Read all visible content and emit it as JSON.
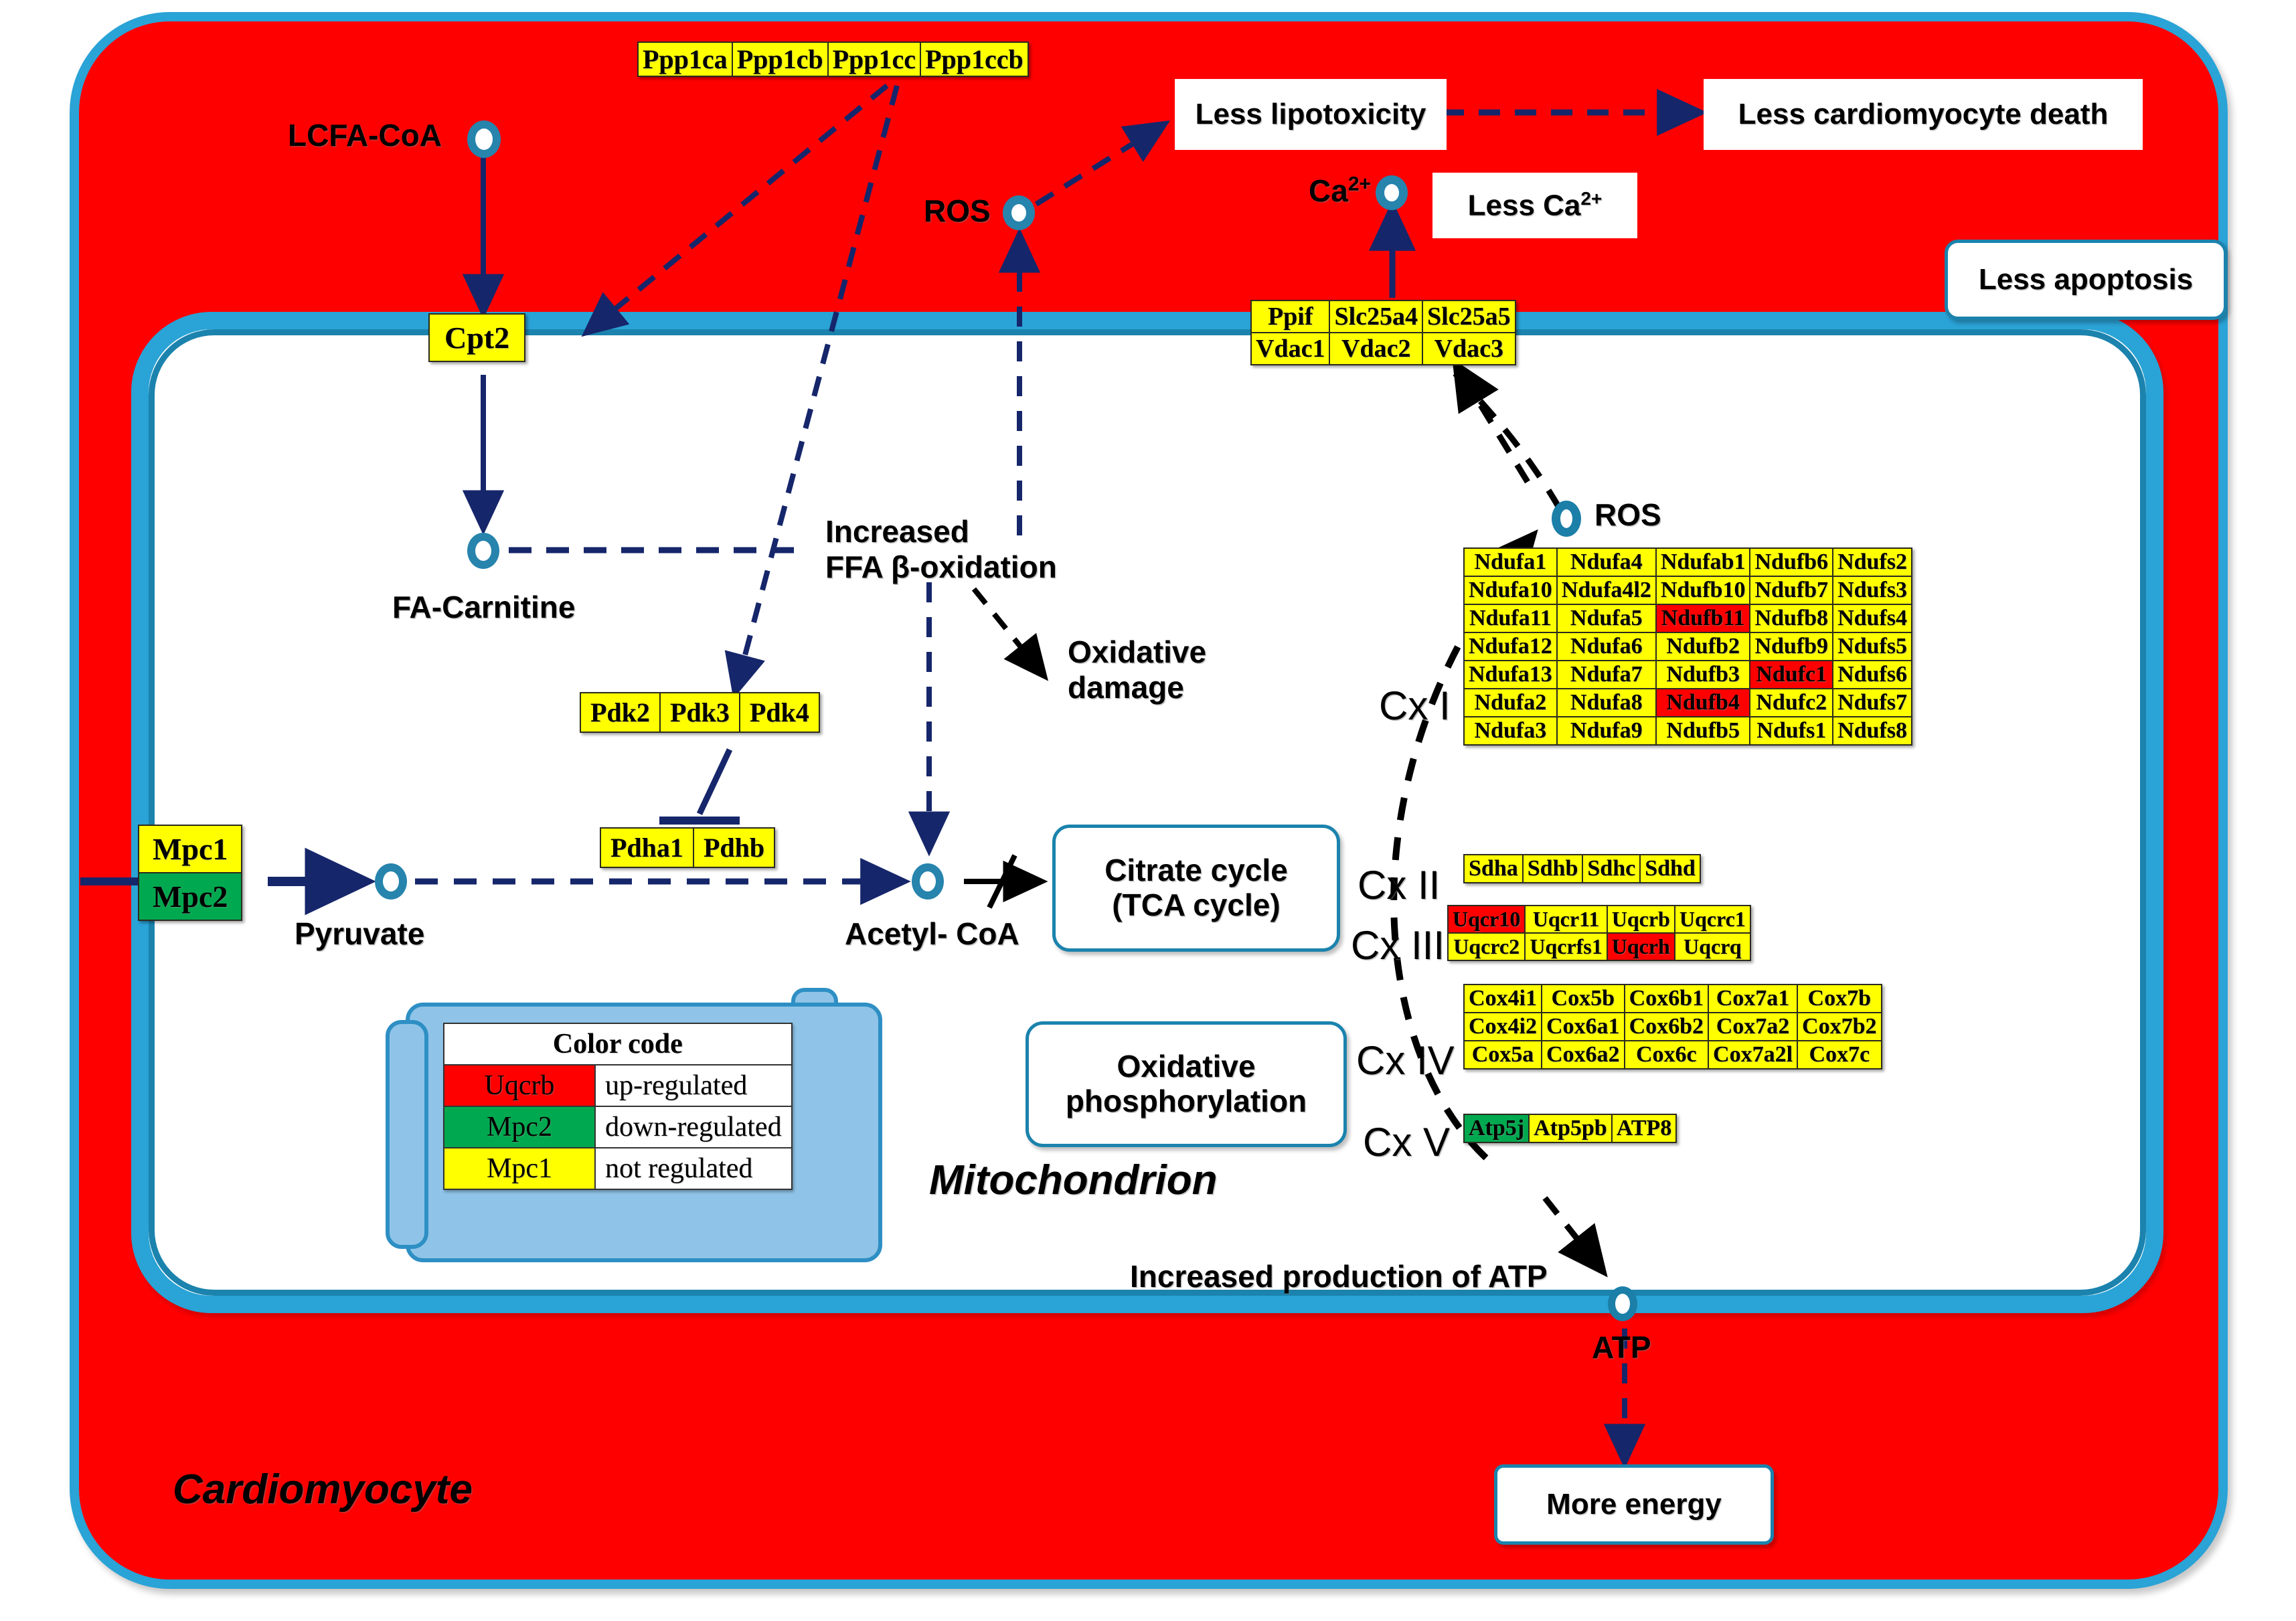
{
  "compartments": {
    "cell_label": "Cardiomyocyte",
    "mito_label": "Mitochondrion"
  },
  "colors": {
    "cell_fill": "#ff0000",
    "membrane": "#2aa3d6",
    "up_regulated": "#ff0000",
    "down_regulated": "#00a94f",
    "not_regulated": "#ffff00",
    "arrow_navy": "#16266b",
    "arrow_black": "#000000"
  },
  "metabolites": {
    "lcfa_coa": "LCFA-CoA",
    "fa_carnitine": "FA-Carnitine",
    "pyruvate": "Pyruvate",
    "acetyl_coa": "Acetyl- CoA",
    "ros_cyto": "ROS",
    "ros_mito": "ROS",
    "ca2_label": "Ca",
    "ca2_sup": "2+",
    "atp": "ATP"
  },
  "annotations": {
    "increased_ffa_line1": "Increased",
    "increased_ffa_line2": "FFA β-oxidation",
    "oxidative_damage_line1": "Oxidative",
    "oxidative_damage_line2": "damage",
    "increased_atp": "Increased production of ATP"
  },
  "callouts": {
    "less_lipotoxicity": "Less lipotoxicity",
    "less_cardiomyocyte_death": "Less cardiomyocyte death",
    "less_ca": "Less Ca",
    "less_ca_sup": "2+",
    "less_apoptosis": "Less apoptosis",
    "citrate_cycle_line1": "Citrate cycle",
    "citrate_cycle_line2": "(TCA cycle)",
    "oxphos_line1": "Oxidative",
    "oxphos_line2": "phosphorylation",
    "more_energy": "More energy"
  },
  "gene_boxes": {
    "cpt2": [
      "Cpt2"
    ],
    "ppp1": [
      "Ppp1ca",
      "Ppp1cb",
      "Ppp1cc",
      "Ppp1ccb"
    ],
    "mpc": [
      {
        "label": "Mpc1",
        "state": "not_regulated"
      },
      {
        "label": "Mpc2",
        "state": "down_regulated"
      }
    ],
    "pdk": [
      "Pdk2",
      "Pdk3",
      "Pdk4"
    ],
    "pdh": [
      "Pdha1",
      "Pdhb"
    ],
    "mptp": [
      [
        "Ppif",
        "Slc25a4",
        "Slc25a5"
      ],
      [
        "Vdac1",
        "Vdac2",
        "Vdac3"
      ]
    ]
  },
  "complexes": {
    "cx1": {
      "label": "Cx I",
      "rows": [
        [
          {
            "g": "Ndufa1",
            "s": "n"
          },
          {
            "g": "Ndufa4",
            "s": "n"
          },
          {
            "g": "Ndufab1",
            "s": "n"
          },
          {
            "g": "Ndufb6",
            "s": "n"
          },
          {
            "g": "Ndufs2",
            "s": "n"
          }
        ],
        [
          {
            "g": "Ndufa10",
            "s": "n"
          },
          {
            "g": "Ndufa4l2",
            "s": "n"
          },
          {
            "g": "Ndufb10",
            "s": "n"
          },
          {
            "g": "Ndufb7",
            "s": "n"
          },
          {
            "g": "Ndufs3",
            "s": "n"
          }
        ],
        [
          {
            "g": "Ndufa11",
            "s": "n"
          },
          {
            "g": "Ndufa5",
            "s": "n"
          },
          {
            "g": "Ndufb11",
            "s": "u"
          },
          {
            "g": "Ndufb8",
            "s": "n"
          },
          {
            "g": "Ndufs4",
            "s": "n"
          }
        ],
        [
          {
            "g": "Ndufa12",
            "s": "n"
          },
          {
            "g": "Ndufa6",
            "s": "n"
          },
          {
            "g": "Ndufb2",
            "s": "n"
          },
          {
            "g": "Ndufb9",
            "s": "n"
          },
          {
            "g": "Ndufs5",
            "s": "n"
          }
        ],
        [
          {
            "g": "Ndufa13",
            "s": "n"
          },
          {
            "g": "Ndufa7",
            "s": "n"
          },
          {
            "g": "Ndufb3",
            "s": "n"
          },
          {
            "g": "Ndufc1",
            "s": "u"
          },
          {
            "g": "Ndufs6",
            "s": "n"
          }
        ],
        [
          {
            "g": "Ndufa2",
            "s": "n"
          },
          {
            "g": "Ndufa8",
            "s": "n"
          },
          {
            "g": "Ndufb4",
            "s": "u"
          },
          {
            "g": "Ndufc2",
            "s": "n"
          },
          {
            "g": "Ndufs7",
            "s": "n"
          }
        ],
        [
          {
            "g": "Ndufa3",
            "s": "n"
          },
          {
            "g": "Ndufa9",
            "s": "n"
          },
          {
            "g": "Ndufb5",
            "s": "n"
          },
          {
            "g": "Ndufs1",
            "s": "n"
          },
          {
            "g": "Ndufs8",
            "s": "n"
          }
        ]
      ]
    },
    "cx2": {
      "label": "Cx II",
      "rows": [
        [
          {
            "g": "Sdha",
            "s": "n"
          },
          {
            "g": "Sdhb",
            "s": "n"
          },
          {
            "g": "Sdhc",
            "s": "n"
          },
          {
            "g": "Sdhd",
            "s": "n"
          }
        ]
      ]
    },
    "cx3": {
      "label": "Cx III",
      "rows": [
        [
          {
            "g": "Uqcr10",
            "s": "u"
          },
          {
            "g": "Uqcr11",
            "s": "n"
          },
          {
            "g": "Uqcrb",
            "s": "n"
          },
          {
            "g": "Uqcrc1",
            "s": "n"
          }
        ],
        [
          {
            "g": "Uqcrc2",
            "s": "n"
          },
          {
            "g": "Uqcrfs1",
            "s": "n"
          },
          {
            "g": "Uqcrh",
            "s": "u"
          },
          {
            "g": "Uqcrq",
            "s": "n"
          }
        ]
      ]
    },
    "cx4": {
      "label": "Cx IV",
      "rows": [
        [
          {
            "g": "Cox4i1",
            "s": "n"
          },
          {
            "g": "Cox5b",
            "s": "n"
          },
          {
            "g": "Cox6b1",
            "s": "n"
          },
          {
            "g": "Cox7a1",
            "s": "n"
          },
          {
            "g": "Cox7b",
            "s": "n"
          }
        ],
        [
          {
            "g": "Cox4i2",
            "s": "n"
          },
          {
            "g": "Cox6a1",
            "s": "n"
          },
          {
            "g": "Cox6b2",
            "s": "n"
          },
          {
            "g": "Cox7a2",
            "s": "n"
          },
          {
            "g": "Cox7b2",
            "s": "n"
          }
        ],
        [
          {
            "g": "Cox5a",
            "s": "n"
          },
          {
            "g": "Cox6a2",
            "s": "n"
          },
          {
            "g": "Cox6c",
            "s": "n"
          },
          {
            "g": "Cox7a2l",
            "s": "n"
          },
          {
            "g": "Cox7c",
            "s": "n"
          }
        ]
      ]
    },
    "cx5": {
      "label": "Cx V",
      "rows": [
        [
          {
            "g": "Atp5j",
            "s": "d"
          },
          {
            "g": "Atp5pb",
            "s": "n"
          },
          {
            "g": "ATP8",
            "s": "n"
          }
        ]
      ]
    }
  },
  "legend": {
    "title": "Color code",
    "rows": [
      {
        "gene": "Uqcrb",
        "state": "u",
        "desc": "up-regulated"
      },
      {
        "gene": "Mpc2",
        "state": "d",
        "desc": "down-regulated"
      },
      {
        "gene": "Mpc1",
        "state": "n",
        "desc": "not regulated"
      }
    ]
  }
}
